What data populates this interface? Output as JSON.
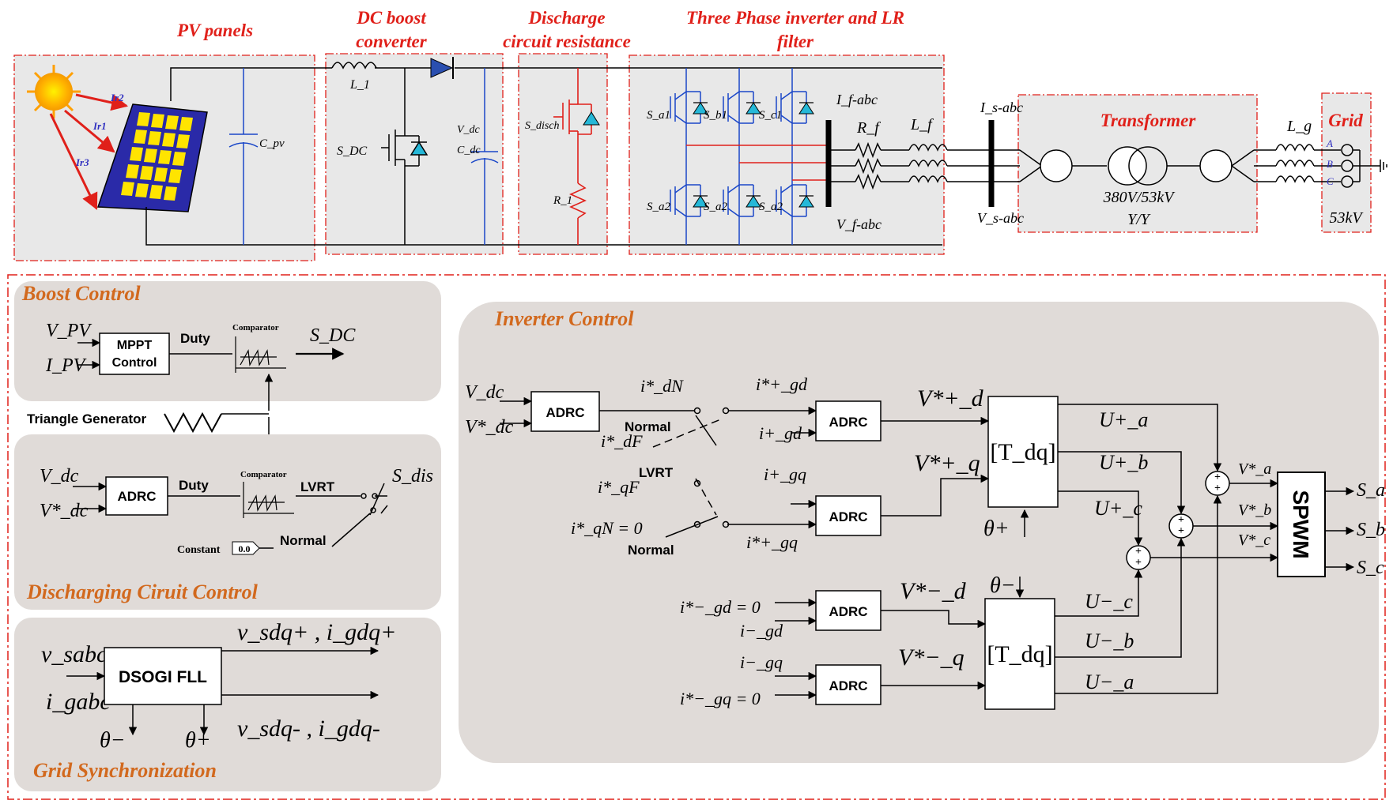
{
  "sections": {
    "pv_panels": "PV panels",
    "dc_boost_1": "DC boost",
    "dc_boost_2": "converter",
    "discharge_1": "Discharge",
    "discharge_2": "circuit resistance",
    "inverter_1": "Three Phase inverter and LR",
    "inverter_2": "filter",
    "transformer": "Transformer",
    "grid": "Grid"
  },
  "power_circuit": {
    "ir1": "Ir1",
    "ir2": "Ir2",
    "ir3": "Ir3",
    "cpv": "C_pv",
    "l1": "L_1",
    "sdc": "S_DC",
    "vdc": "V_dc",
    "cdc": "C_dc",
    "sdisch": "S_disch",
    "r1": "R_1",
    "sa1": "S_a1",
    "sb1": "S_b1",
    "sc1": "S_c1",
    "sa2a": "S_a2",
    "sa2b": "S_a2",
    "sa2c": "S_a2",
    "ifabc": "I_f-abc",
    "vfabc": "V_f-abc",
    "rf": "R_f",
    "lf": "L_f",
    "isabc": "I_s-abc",
    "vsabc": "V_s-abc",
    "trafo_rating": "380V/53kV",
    "trafo_conn": "Y/Y",
    "lg": "L_g",
    "phase_a": "A",
    "phase_b": "B",
    "phase_c": "C",
    "grid_kv": "53kV"
  },
  "boost_control": {
    "title": "Boost Control",
    "vpv": "V_PV",
    "ipv": "I_PV",
    "mppt_1": "MPPT",
    "mppt_2": "Control",
    "duty": "Duty",
    "comparator": "Comparator",
    "sdc": "S_DC",
    "triangle": "Triangle Generator"
  },
  "discharge_control": {
    "title": "Discharging Ciruit Control",
    "vdc": "V_dc",
    "vdc_star": "V*_dc",
    "adrc": "ADRC",
    "duty": "Duty",
    "comparator": "Comparator",
    "lvrt": "LVRT",
    "sdis": "S_dis",
    "constant": "Constant",
    "const_val": "0.0",
    "normal": "Normal"
  },
  "grid_sync": {
    "title": "Grid Synchronization",
    "vsabc": "v_sabc",
    "igabc": "i_gabc",
    "block": "DSOGI FLL",
    "out_pos": "v_sdq+ , i_gdq+",
    "out_neg": "v_sdq- , i_gdq-",
    "theta_minus": "θ−",
    "theta_plus": "θ+"
  },
  "inverter_control": {
    "title": "Inverter Control",
    "vdc": "V_dc",
    "vdc_star": "V*_dc",
    "adrc": "ADRC",
    "idn": "i*_dN",
    "normal": "Normal",
    "idf": "i*_dF",
    "lvrt": "LVRT",
    "iqf": "i*_qF",
    "iqn": "i*_qN = 0",
    "igd_star_plus": "i*+_gd",
    "igd_plus": "i+_gd",
    "igq_plus": "i+_gq",
    "igq_star_plus": "i*+_gq",
    "vd_star_plus": "V*+_d",
    "vq_star_plus": "V*+_q",
    "tdq": "[T_dq]",
    "theta_plus": "θ+",
    "theta_minus": "θ−",
    "ua_plus": "U+_a",
    "ub_plus": "U+_b",
    "uc_plus": "U+_c",
    "igd_star_minus": "i*−_gd = 0",
    "igd_minus": "i−_gd",
    "igq_minus": "i−_gq",
    "igq_star_minus": "i*−_gq = 0",
    "vd_star_minus": "V*−_d",
    "vq_star_minus": "V*−_q",
    "uc_minus": "U−_c",
    "ub_minus": "U−_b",
    "ua_minus": "U−_a",
    "va_star": "V*_a",
    "vb_star": "V*_b",
    "vc_star": "V*_c",
    "spwm": "SPWM",
    "sa": "S_a",
    "sb": "S_b",
    "sc": "S_c"
  }
}
